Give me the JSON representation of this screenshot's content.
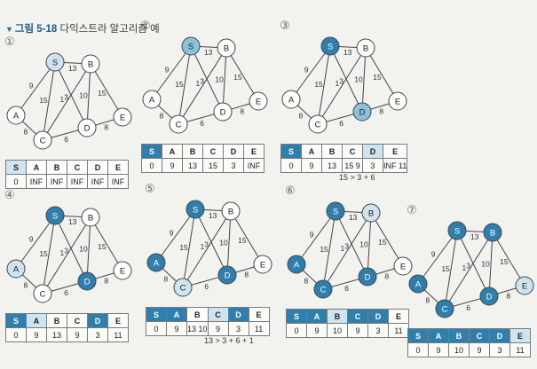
{
  "figure": {
    "label": "그림 5-18",
    "caption": "다익스트라 알고리즘 예"
  },
  "colors": {
    "dark": "#2f7fae",
    "mid": "#8cc0dd",
    "light": "#cfe4f1",
    "none": "#ffffff"
  },
  "nodes": [
    "S",
    "A",
    "B",
    "C",
    "D",
    "E"
  ],
  "edges": [
    {
      "u": "S",
      "v": "A",
      "w": "9"
    },
    {
      "u": "S",
      "v": "B",
      "w": "13"
    },
    {
      "u": "S",
      "v": "C",
      "w": "15"
    },
    {
      "u": "S",
      "v": "D",
      "w": "3"
    },
    {
      "u": "A",
      "v": "C",
      "w": "8"
    },
    {
      "u": "B",
      "v": "C",
      "w": "1"
    },
    {
      "u": "B",
      "v": "D",
      "w": "10"
    },
    {
      "u": "B",
      "v": "E",
      "w": "15"
    },
    {
      "u": "C",
      "v": "D",
      "w": "6"
    },
    {
      "u": "D",
      "v": "E",
      "w": "8"
    }
  ],
  "steps": [
    {
      "marker": "①",
      "header": [
        "S",
        "A",
        "B",
        "C",
        "D",
        "E"
      ],
      "values": [
        "0",
        "INF",
        "INF",
        "INF",
        "INF",
        "INF"
      ],
      "node_states": {
        "S": "light",
        "A": "none",
        "B": "none",
        "C": "none",
        "D": "none",
        "E": "none"
      },
      "cell_states": [
        "light",
        "none",
        "none",
        "none",
        "none",
        "none"
      ],
      "note": ""
    },
    {
      "marker": "②",
      "header": [
        "S",
        "A",
        "B",
        "C",
        "D",
        "E"
      ],
      "values": [
        "0",
        "9",
        "13",
        "15",
        "3",
        "INF"
      ],
      "node_states": {
        "S": "mid",
        "A": "none",
        "B": "none",
        "C": "none",
        "D": "none",
        "E": "none"
      },
      "cell_states": [
        "dark",
        "none",
        "none",
        "none",
        "none",
        "none"
      ],
      "note": ""
    },
    {
      "marker": "③",
      "header": [
        "S",
        "A",
        "B",
        "C",
        "D",
        "E"
      ],
      "values": [
        "0",
        "9",
        "13",
        "15 9",
        "3",
        "INF 11"
      ],
      "node_states": {
        "S": "dark",
        "A": "none",
        "B": "none",
        "C": "none",
        "D": "mid",
        "E": "none"
      },
      "cell_states": [
        "dark",
        "none",
        "none",
        "none",
        "light",
        "none"
      ],
      "note": "15 > 3 + 6"
    },
    {
      "marker": "④",
      "header": [
        "S",
        "A",
        "B",
        "C",
        "D",
        "E"
      ],
      "values": [
        "0",
        "9",
        "13",
        "9",
        "3",
        "11"
      ],
      "node_states": {
        "S": "dark",
        "A": "light",
        "B": "none",
        "C": "none",
        "D": "dark",
        "E": "none"
      },
      "cell_states": [
        "dark",
        "light",
        "none",
        "none",
        "dark",
        "none"
      ],
      "note": ""
    },
    {
      "marker": "⑤",
      "header": [
        "S",
        "A",
        "B",
        "C",
        "D",
        "E"
      ],
      "values": [
        "0",
        "9",
        "13 10",
        "9",
        "3",
        "11"
      ],
      "node_states": {
        "S": "dark",
        "A": "dark",
        "B": "none",
        "C": "light",
        "D": "dark",
        "E": "none"
      },
      "cell_states": [
        "dark",
        "dark",
        "none",
        "light",
        "dark",
        "none"
      ],
      "note": "13 > 3 + 6 + 1"
    },
    {
      "marker": "⑥",
      "header": [
        "S",
        "A",
        "B",
        "C",
        "D",
        "E"
      ],
      "values": [
        "0",
        "9",
        "10",
        "9",
        "3",
        "11"
      ],
      "node_states": {
        "S": "dark",
        "A": "dark",
        "B": "light",
        "C": "dark",
        "D": "dark",
        "E": "none"
      },
      "cell_states": [
        "dark",
        "dark",
        "light",
        "dark",
        "dark",
        "none"
      ],
      "note": ""
    },
    {
      "marker": "⑦",
      "header": [
        "S",
        "A",
        "B",
        "C",
        "D",
        "E"
      ],
      "values": [
        "0",
        "9",
        "10",
        "9",
        "3",
        "11"
      ],
      "node_states": {
        "S": "dark",
        "A": "dark",
        "B": "dark",
        "C": "dark",
        "D": "dark",
        "E": "light"
      },
      "cell_states": [
        "dark",
        "dark",
        "dark",
        "dark",
        "dark",
        "light"
      ],
      "note": ""
    }
  ]
}
